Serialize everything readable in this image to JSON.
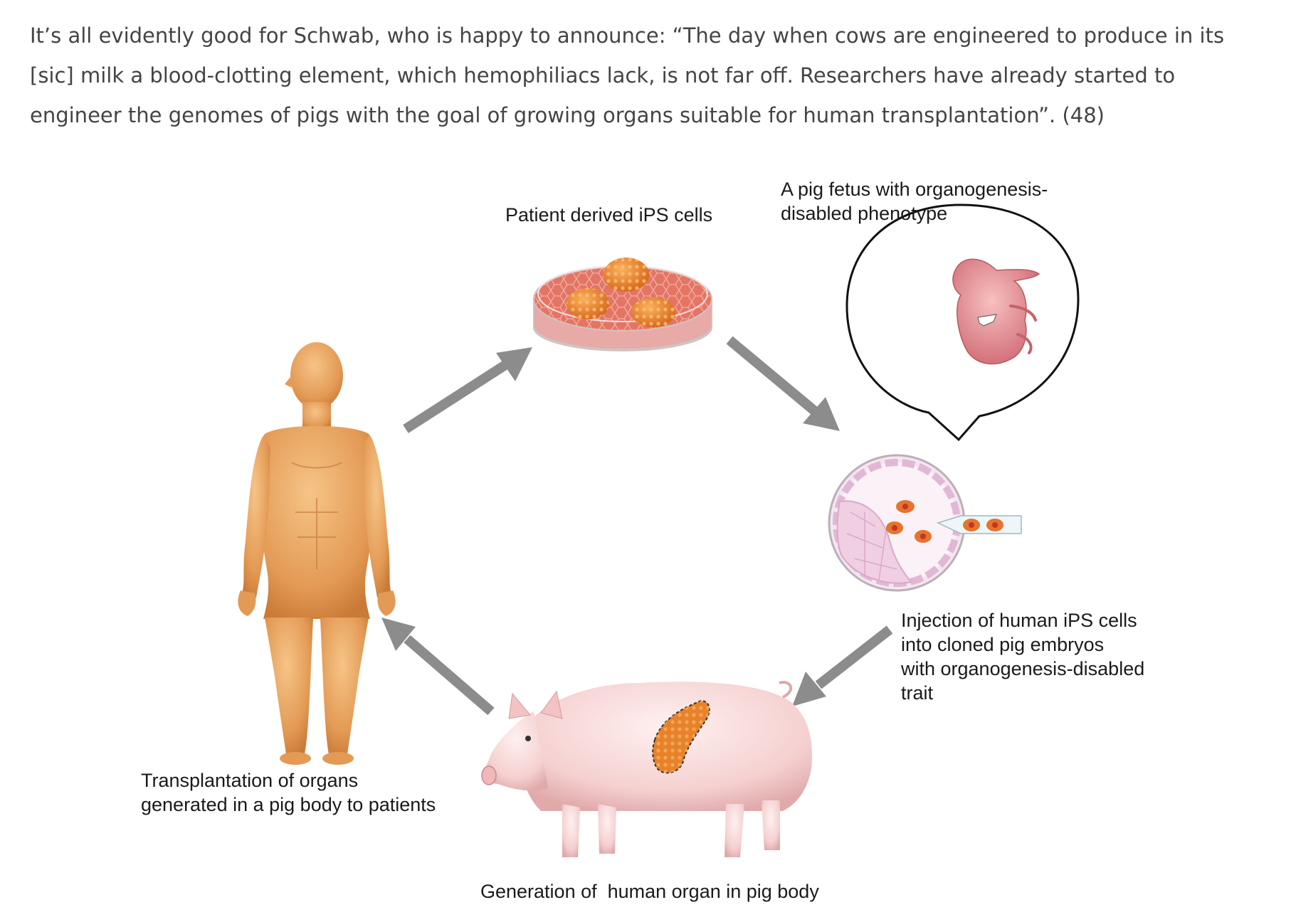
{
  "intro_text": "It’s all evidently good for Schwab, who is happy to announce: “The day when cows are engineered to produce in its [sic] milk a blood-clotting element, which hemophiliacs lack, is not far off. Researchers have already started to engineer the genomes of pigs with the goal of growing organs suitable for human transplantation”. (48)",
  "diagram": {
    "label_cells": "Patient derived iPS cells",
    "label_fetus_line1": "A pig fetus with organogenesis-",
    "label_fetus_line2": "disabled phenotype",
    "label_injection_line1": "Injection of human iPS cells",
    "label_injection_line2": "into cloned pig embryos",
    "label_injection_line3": "with organogenesis-disabled",
    "label_injection_line4": "trait",
    "label_pig": "Generation of  human organ in pig body",
    "label_transplant_line1": "Transplantation of organs",
    "label_transplant_line2": "generated in a pig body to patients"
  },
  "colors": {
    "text": "#444444",
    "arrow": "#8c8c8c",
    "skin": "#e8a05a",
    "pig": "#f6d2d2",
    "organ": "#e8822a",
    "dish": "#e06a5c"
  }
}
